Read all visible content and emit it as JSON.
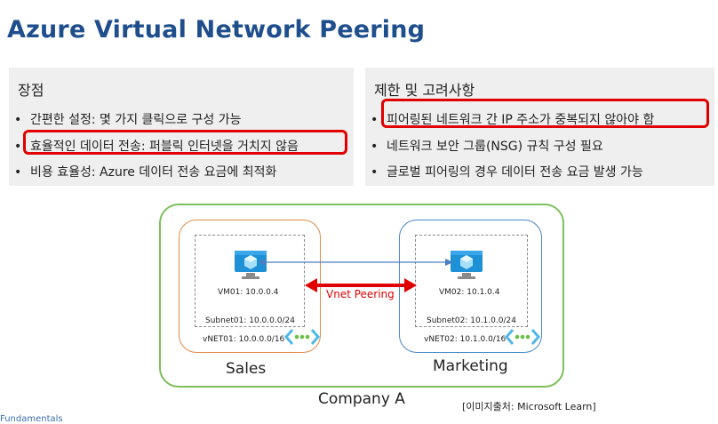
{
  "title": "Azure Virtual Network Peering",
  "pros": {
    "heading": "장점",
    "items": [
      "간편한 설정: 몇 가지 클릭으로 구성 가능",
      "효율적인 데이터 전송: 퍼블릭 인터넷을 거치지 않음",
      "비용 효율성: Azure 데이터 전송 요금에 최적화"
    ]
  },
  "cons": {
    "heading": "제한 및 고려사항",
    "items": [
      "피어링된 네트워크 간 IP 주소가 중복되지 않아야 함",
      "네트워크 보안 그룹(NSG) 규칙 구성 필요",
      "글로벌 피어링의 경우 데이터 전송 요금 발생 가능"
    ]
  },
  "bullet_symbol": "•",
  "diagram": {
    "company": "Company A",
    "peering_label": "Vnet Peering",
    "sales": {
      "label": "Sales",
      "vm": "VM01: 10.0.0.4",
      "subnet": "Subnet01: 10.0.0.0/24",
      "vnet": "vNET01: 10.0.0.0/16"
    },
    "marketing": {
      "label": "Marketing",
      "vm": "VM02: 10.1.0.4",
      "subnet": "Subnet02: 10.1.0.0/24",
      "vnet": "vNET02: 10.1.0.0/16"
    }
  },
  "source": "[이미지출처: Microsoft Learn]",
  "footer": "Fundamentals",
  "colors": {
    "title": "#1f4e8c",
    "highlight": "#e00000",
    "company_border": "#7cbf5b",
    "sales_border": "#e08c4a",
    "marketing_border": "#4a86c8",
    "vm_icon": "#1e90d6",
    "vnet_icon": "#50b8e8",
    "vnet_dots": "#6cc04a"
  }
}
